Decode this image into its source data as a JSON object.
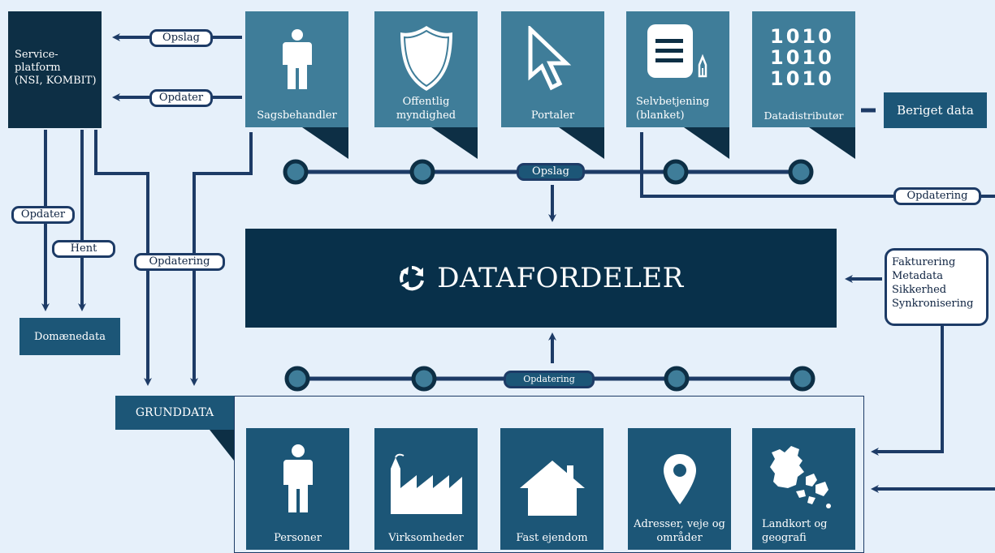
{
  "service_platform": {
    "lines": [
      "Service-",
      "platform",
      "(NSI, KOMBIT)"
    ]
  },
  "domain_data": "Domænedata",
  "grunddata_label": "GRUNDDATA",
  "datafordeler_title": "DATAFORDELER",
  "beriget_data": "Beriget data",
  "services_box": {
    "lines": [
      "Fakturering",
      "Metadata",
      "Sikkerhed",
      "Synkronisering"
    ]
  },
  "pills": {
    "opslag_top": "Opslag",
    "opdater_top": "Opdater",
    "opdater_left": "Opdater",
    "hent": "Hent",
    "opdatering_left": "Opdatering",
    "opslag_bus": "Opslag",
    "opdatering_right": "Opdatering",
    "opdatering_bus": "Opdatering"
  },
  "top_tiles": [
    {
      "label": "Sagsbehandler",
      "icon": "person-icon"
    },
    {
      "label": "Offentlig myndighed",
      "icon": "shield-icon"
    },
    {
      "label": "Portaler",
      "icon": "cursor-icon"
    },
    {
      "label": "Selvbetjening (blanket)",
      "icon": "form-icon"
    },
    {
      "label": "Datadistributør",
      "icon": "binary-icon"
    }
  ],
  "binary_rows": [
    "1010",
    "1010",
    "1010"
  ],
  "bottom_tiles": [
    {
      "label": "Personer",
      "icon": "person-icon"
    },
    {
      "label": "Virksomheder",
      "icon": "factory-icon"
    },
    {
      "label": "Fast ejendom",
      "icon": "house-icon"
    },
    {
      "label": "Adresser, veje og områder",
      "icon": "map-pin-icon"
    },
    {
      "label": "Landkort og geografi",
      "icon": "denmark-map-icon"
    }
  ],
  "colors": {
    "dark": "#0d2f45",
    "mid": "#1c5677",
    "teal": "#3f7d99",
    "line": "#1d3b66",
    "background": "#e6f0fa"
  }
}
